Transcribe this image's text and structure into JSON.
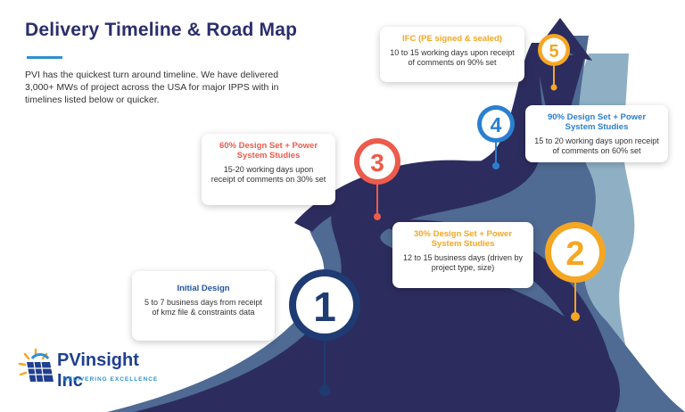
{
  "header": {
    "title": "Delivery Timeline & Road Map",
    "intro": "PVI has the quickest turn around timeline. We have delivered 3,000+ MWs of project across the USA for major IPPS with in timelines listed below or quicker."
  },
  "milestones": [
    {
      "number": "1",
      "title": "Initial Design",
      "body": "5 to 7 business days from receipt of kmz file & constraints data",
      "color": "#1f3b73"
    },
    {
      "number": "2",
      "title": "30% Design Set + Power System Studies",
      "body": "12 to 15 business days (driven by project type, size)",
      "color": "#f5a623"
    },
    {
      "number": "3",
      "title": "60% Design Set + Power System Studies",
      "body": "15-20 working days upon receipt of comments on 30% set",
      "color": "#ec5b4b"
    },
    {
      "number": "4",
      "title": "90% Design Set + Power System Studies",
      "body": "15 to 20 working days upon receipt of comments on 60% set",
      "color": "#2b7fd0"
    },
    {
      "number": "5",
      "title": "IFC (PE signed & sealed)",
      "body": "10 to 15 working days upon receipt of comments on 90% set",
      "color": "#f5a623"
    }
  ],
  "logo": {
    "name_pv": "PV",
    "name_rest": "insight Inc",
    "tagline": "DELIVERING EXCELLENCE"
  },
  "colors": {
    "road": "#2c2d5e",
    "road_shadow": "#4f6a93",
    "sky_band": "#8fb0c4",
    "title": "#2b2e6b",
    "accent": "#2f8fd3"
  }
}
